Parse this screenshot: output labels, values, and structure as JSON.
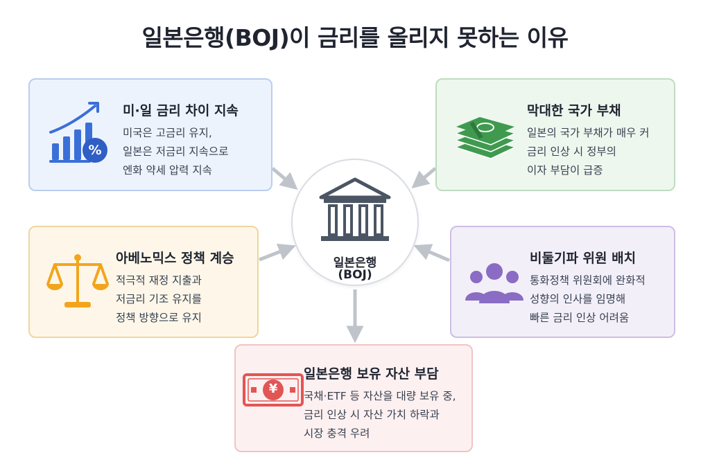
{
  "title": "일본은행(BOJ)이 금리를 올리지 못하는 이유",
  "center": {
    "line1": "일본은행",
    "line2": "(BOJ)"
  },
  "cards": {
    "rate_gap": {
      "title": "미·일 금리 차이 지속",
      "lines": [
        "미국은 고금리 유지,",
        "일본은 저금리 지속으로",
        "엔화 약세 압력 지속"
      ],
      "icon_label": "%"
    },
    "debt": {
      "title": "막대한 국가 부채",
      "lines": [
        "일본의 국가 부채가 매우 커",
        "금리 인상 시 정부의",
        "이자 부담이 급증"
      ]
    },
    "abenomics": {
      "title": "아베노믹스 정책 계승",
      "lines": [
        "적극적 재정 지출과",
        "저금리 기조 유지를",
        "정책 방향으로 유지"
      ]
    },
    "dovish": {
      "title": "비둘기파 위원 배치",
      "lines": [
        "통화정책 위원회에 완화적",
        "성향의 인사를 임명해",
        "빠른 금리 인상 어려움"
      ]
    },
    "assets": {
      "title": "일본은행 보유 자산 부담",
      "lines": [
        "국채·ETF 등 자산을 대량 보유 중,",
        "금리 인상 시 자산 가치 하락과",
        "시장 충격 우려"
      ],
      "icon_label": "¥"
    }
  },
  "colors": {
    "blue": "#3b6fd8",
    "green": "#3f9a4f",
    "yellow": "#f2a51c",
    "purple": "#8a6cc4",
    "red": "#e25555",
    "bank": "#4b5563",
    "arrow": "#bfc4cb"
  }
}
